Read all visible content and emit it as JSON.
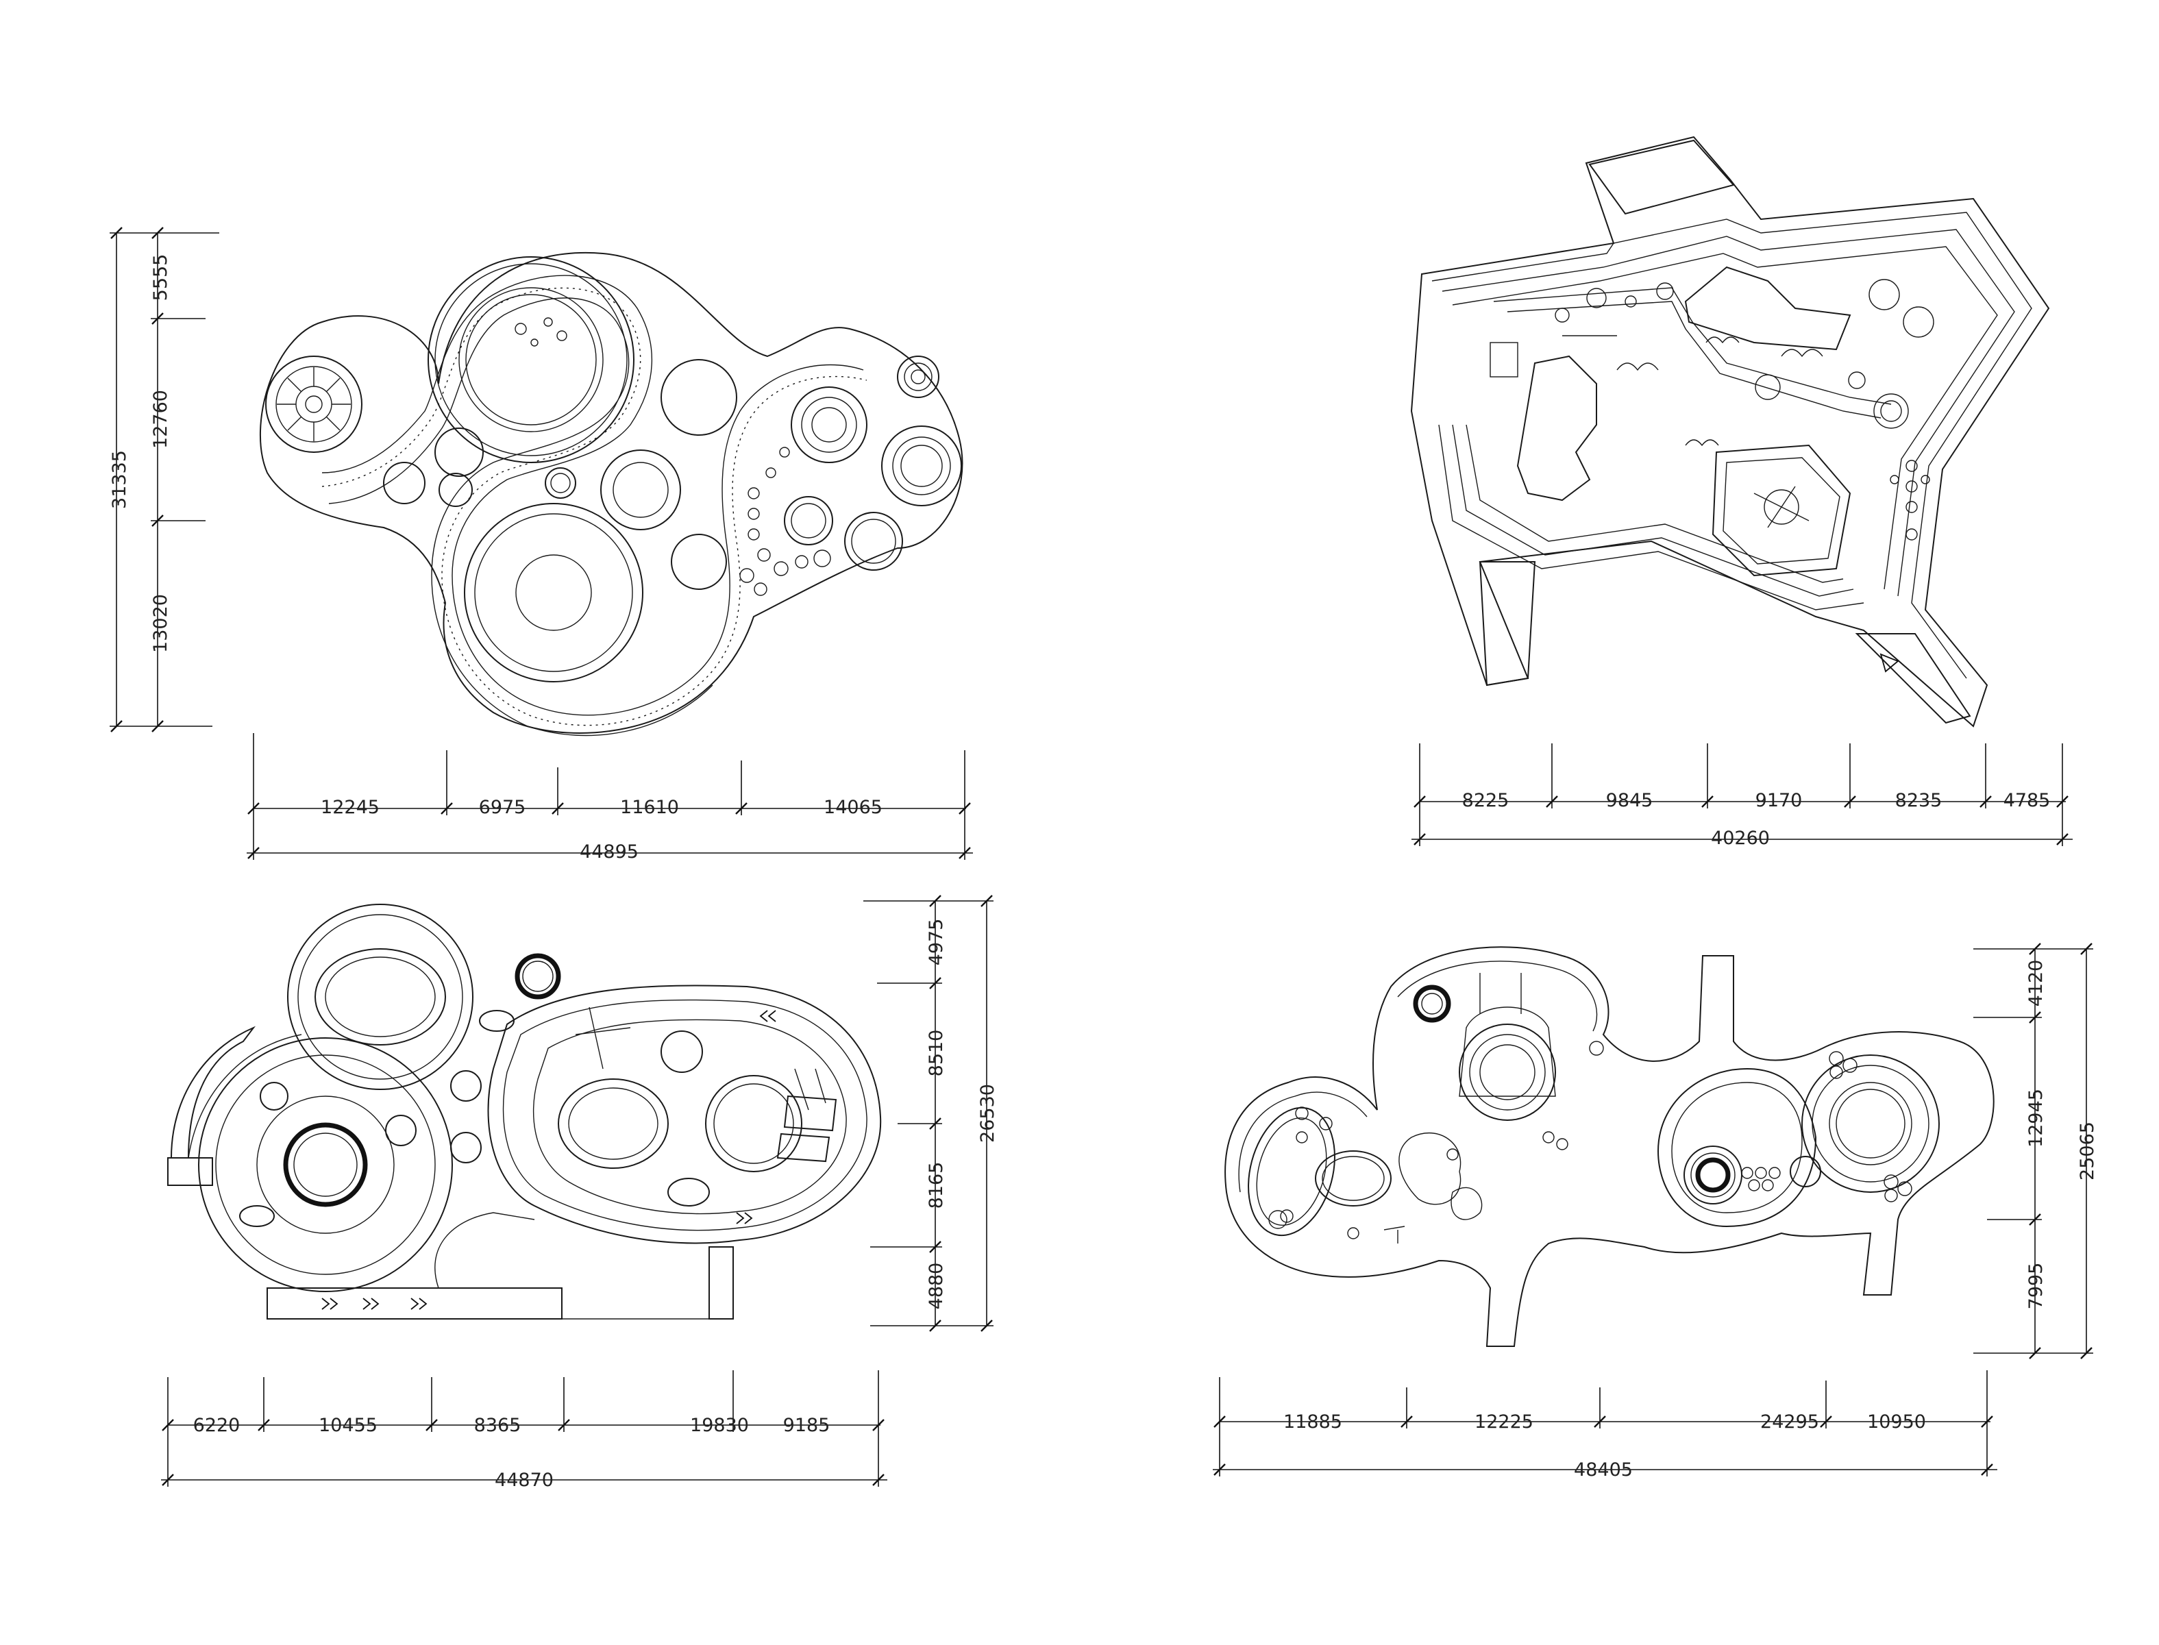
{
  "plans": [
    {
      "id": "plan-top-left",
      "vertical_dims": [
        "5555",
        "12760",
        "13020"
      ],
      "vertical_total": "31335",
      "horizontal_dims": [
        "12245",
        "6975",
        "11610",
        "14065"
      ],
      "horizontal_total": "44895"
    },
    {
      "id": "plan-top-right",
      "horizontal_dims": [
        "8225",
        "9845",
        "9170",
        "8235",
        "4785"
      ],
      "horizontal_total": "40260"
    },
    {
      "id": "plan-bottom-left",
      "vertical_dims": [
        "4975",
        "8510",
        "8165",
        "4880"
      ],
      "vertical_total": "26530",
      "horizontal_dims": [
        "6220",
        "10455",
        "8365",
        "19830",
        "9185"
      ],
      "horizontal_total": "44870"
    },
    {
      "id": "plan-bottom-right",
      "vertical_dims": [
        "4120",
        "12945",
        "7995"
      ],
      "vertical_total": "25065",
      "horizontal_dims": [
        "11885",
        "12225",
        "24295",
        "10950"
      ],
      "horizontal_total": "48405"
    }
  ]
}
